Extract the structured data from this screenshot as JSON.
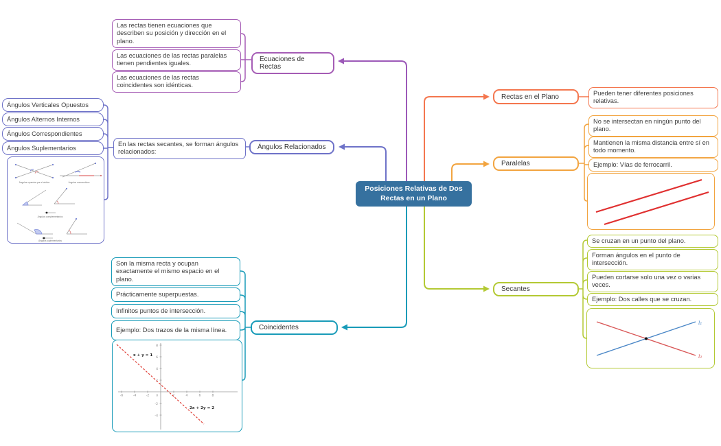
{
  "center": {
    "title": "Posiciones Relativas de Dos Rectas en un Plano"
  },
  "colors": {
    "center_bg": "#36719f",
    "purple": "#a55cb5",
    "indigo": "#6e72c8",
    "teal": "#189bb8",
    "red_orange": "#f4764e",
    "amber": "#f2a43f",
    "yellow_green": "#b3c933",
    "parallel_line_red": "#e03030",
    "secante_blue": "#4a87c7",
    "secante_red": "#d95757"
  },
  "branches": {
    "ecuaciones": {
      "label": "Ecuaciones de Rectas",
      "children": [
        "Las rectas tienen ecuaciones que describen su posición y dirección en el plano.",
        "Las ecuaciones de las rectas paralelas tienen pendientes iguales.",
        "Las ecuaciones de las rectas coincidentes son idénticas."
      ]
    },
    "angulos": {
      "label": "Ángulos Relacionados",
      "note": "En las rectas secantes, se forman ángulos relacionados:",
      "items": [
        "Ángulos Verticales Opuestos",
        "Ángulos Alternos Internos",
        "Ángulos Correspondientes",
        "Ángulos Suplementarios"
      ],
      "diagram_captions": [
        "Ángulos opuestos por el vértice",
        "Ángulos consecutivos",
        "Ángulos complementarios",
        "Ángulos suplementarios"
      ]
    },
    "rectas_plano": {
      "label": "Rectas en el Plano",
      "children": [
        "Pueden tener diferentes posiciones relativas."
      ]
    },
    "paralelas": {
      "label": "Paralelas",
      "children": [
        "No se intersectan en ningún punto del plano.",
        "Mantienen la misma distancia entre sí en todo momento.",
        "Ejemplo: Vías de ferrocarril."
      ]
    },
    "secantes": {
      "label": "Secantes",
      "children": [
        "Se cruzan en un punto del plano.",
        "Forman ángulos en el punto de intersección.",
        "Pueden cortarse solo una vez o varias veces.",
        "Ejemplo: Dos calles que se cruzan."
      ],
      "image_labels": {
        "l1": "l₁",
        "l2": "l₂"
      }
    },
    "coincidentes": {
      "label": "Coincidentes",
      "children": [
        "Son la misma recta y ocupan exactamente el mismo espacio en el plano.",
        "Prácticamente superpuestas.",
        "Infinitos puntos de intersección.",
        "Ejemplo: Dos trazos de la misma línea."
      ],
      "graph": {
        "eq1": "x + y = 1",
        "eq2": "2x + 2y = 2",
        "origin_label": "0",
        "xticks": [
          -6,
          -4,
          -2,
          2,
          4,
          6,
          8
        ],
        "yticks": [
          8,
          6,
          4,
          2,
          -2,
          -4
        ]
      }
    }
  }
}
